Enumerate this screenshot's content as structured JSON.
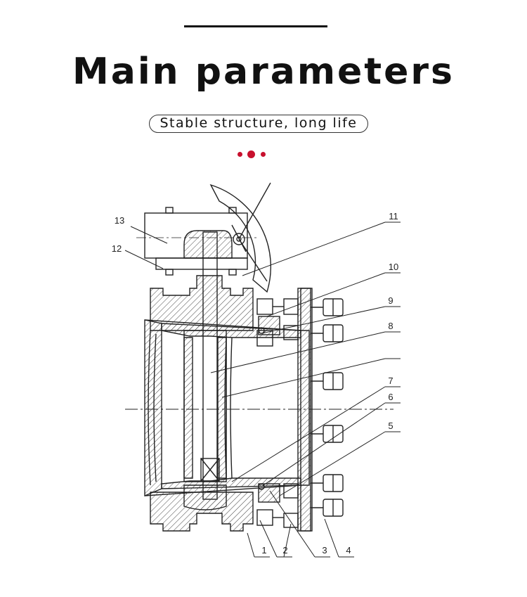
{
  "header": {
    "title": "Main parameters",
    "subtitle": "Stable structure, long life"
  },
  "colors": {
    "accent": "#c8102e",
    "ink": "#222222"
  },
  "diagram": {
    "callouts": [
      "1",
      "2",
      "3",
      "4",
      "5",
      "6",
      "7",
      "8",
      "9",
      "10",
      "11",
      "12",
      "13"
    ]
  }
}
